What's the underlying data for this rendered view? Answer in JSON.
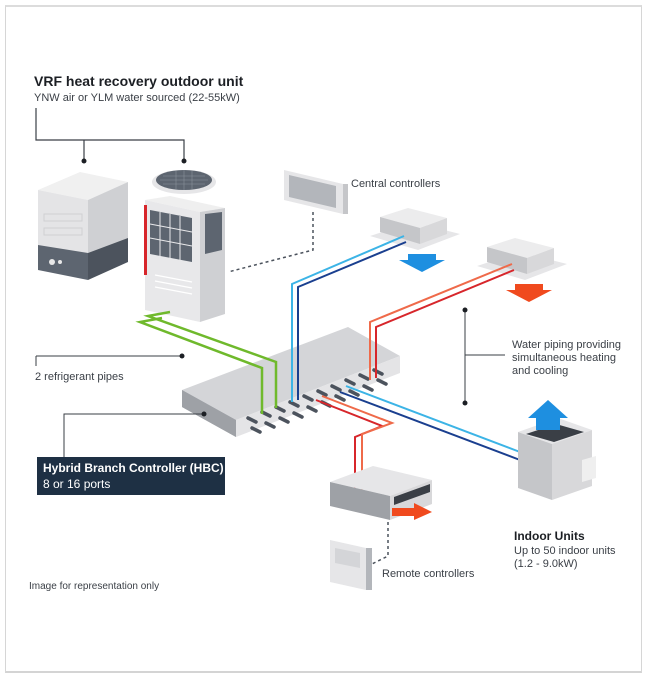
{
  "outdoor_unit": {
    "title": "VRF heat recovery outdoor unit",
    "subtitle": "YNW air or YLM water sourced (22-55kW)"
  },
  "labels": {
    "central_controllers": "Central controllers",
    "refrigerant_pipes": "2 refrigerant pipes",
    "water_piping_line1": "Water piping providing",
    "water_piping_line2": "simultaneous heating",
    "water_piping_line3": "and cooling",
    "remote_controllers": "Remote controllers",
    "disclaimer": "Image for representation only"
  },
  "hbc": {
    "title": "Hybrid Branch Controller (HBC)",
    "ports": "8 or 16 ports"
  },
  "indoor_units": {
    "title": "Indoor Units",
    "line1": "Up to 50 indoor units",
    "line2": "(1.2 - 9.0kW)"
  },
  "colors": {
    "refrigerant_green": "#6fb92c",
    "cold_light": "#3cb4e6",
    "cold_dark": "#1a3f8f",
    "hot_light": "#ef6a4a",
    "hot_dark": "#d7262b",
    "cool_arrow": "#1e8fe0",
    "heat_arrow": "#f04a1e",
    "hbc_box": "#1e3044"
  }
}
